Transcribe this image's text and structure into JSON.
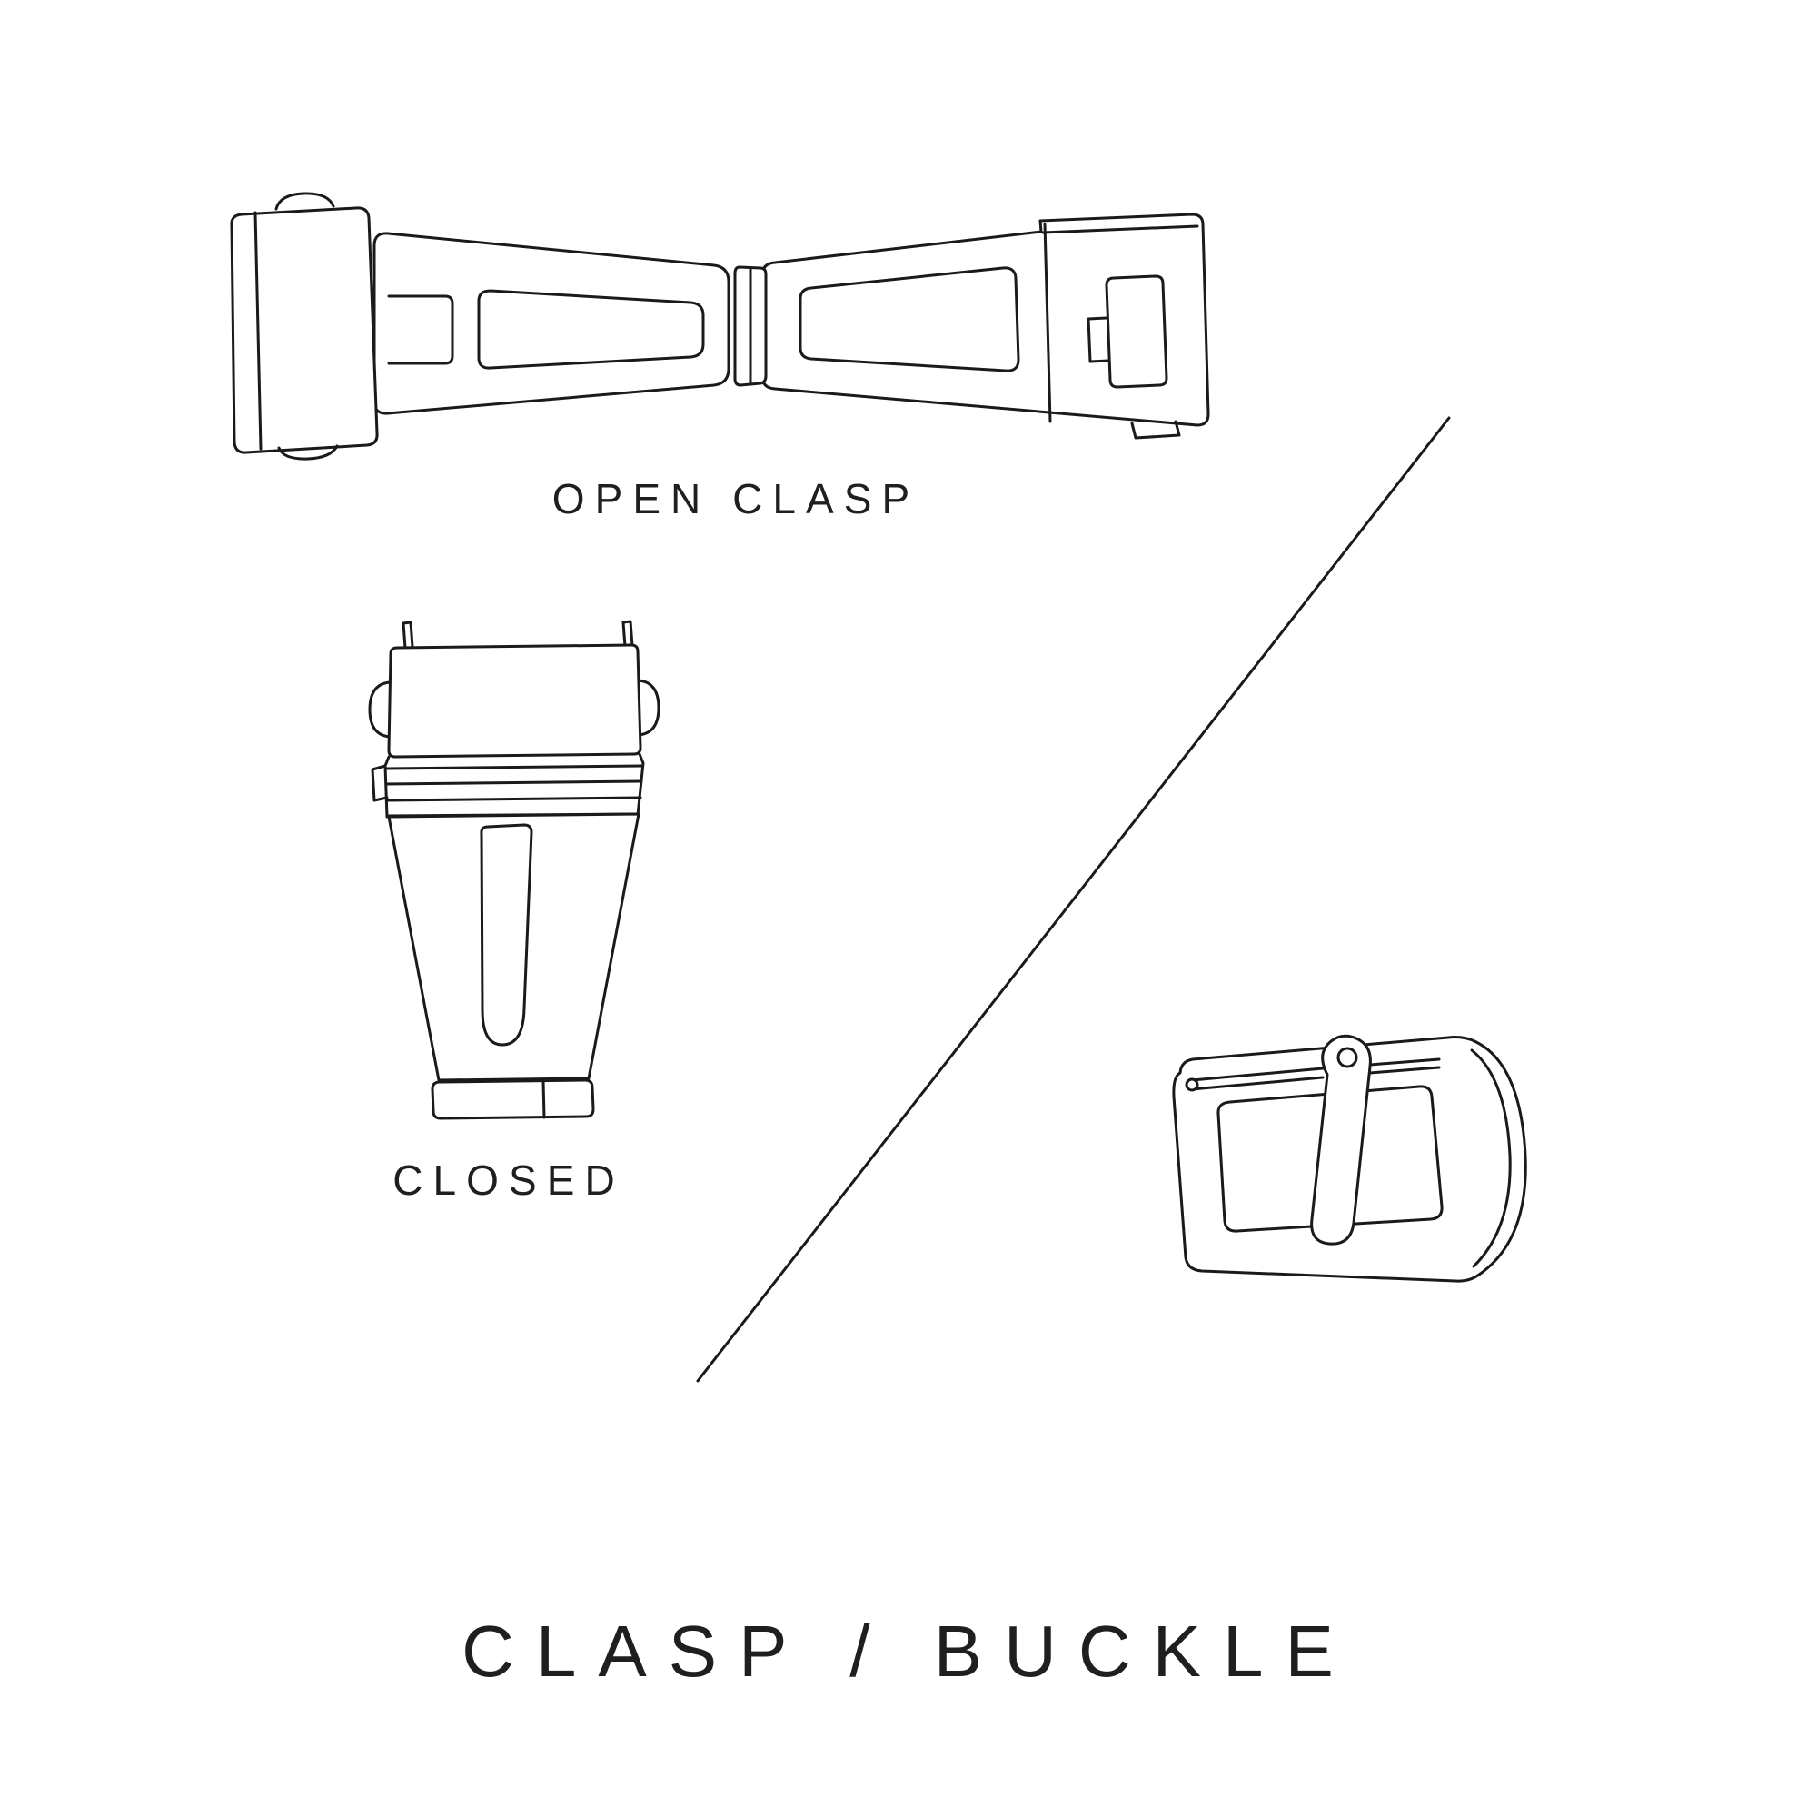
{
  "figure": {
    "title": "CLASP / BUCKLE",
    "background": "#ffffff",
    "line_color": "#1a1a1a",
    "text_color": "#1f1f1f",
    "sections": [
      {
        "id": "open-clasp",
        "label": "OPEN CLASP",
        "illustration": "open-deployant-clasp-line-drawing"
      },
      {
        "id": "closed-clasp",
        "label": "CLOSED",
        "illustration": "closed-deployant-clasp-line-drawing"
      },
      {
        "id": "buckle",
        "label": "",
        "illustration": "tang-buckle-line-drawing"
      }
    ],
    "divider": "diagonal-divider-line"
  }
}
